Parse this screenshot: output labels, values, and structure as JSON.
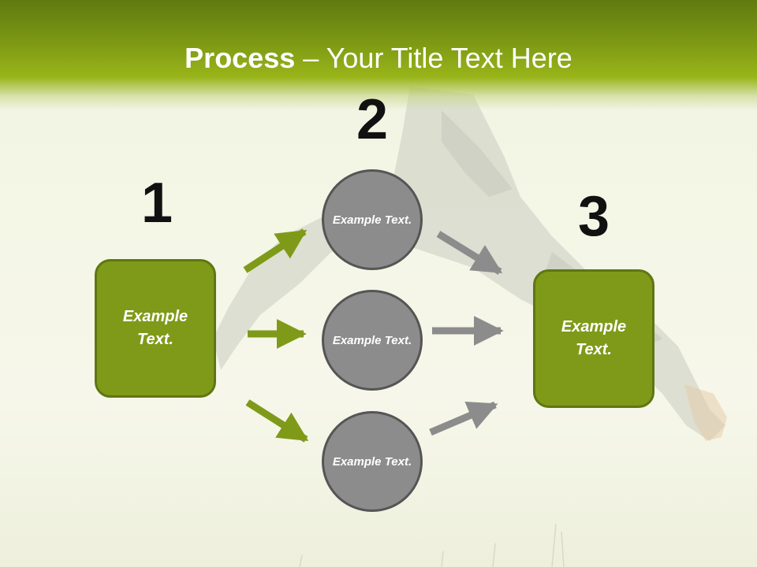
{
  "header": {
    "title_bold": "Process",
    "title_rest": " – Your Title Text Here"
  },
  "colors": {
    "header_green": "#7e9a14",
    "box_green": "#7f9a19",
    "box_border": "#5f7612",
    "circle_gray": "#8c8c8c",
    "arrow_green": "#7f9a19",
    "arrow_gray": "#8c8c8c"
  },
  "steps": {
    "one": {
      "number": "1",
      "text": "Example Text."
    },
    "two": {
      "number": "2",
      "items": [
        {
          "text": "Example Text."
        },
        {
          "text": "Example Text."
        },
        {
          "text": "Example Text."
        }
      ]
    },
    "three": {
      "number": "3",
      "text": "Example Text."
    }
  }
}
